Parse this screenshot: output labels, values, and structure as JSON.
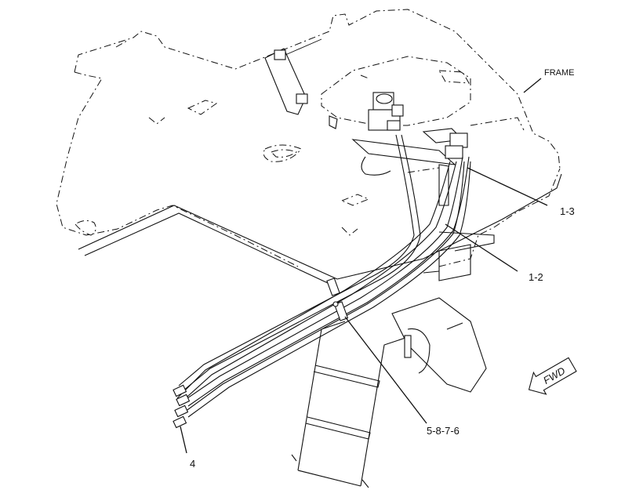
{
  "callouts": {
    "frame": "FRAME",
    "c13": "1-3",
    "c12": "1-2",
    "c5876": "5-8-7-6",
    "c4": "4"
  },
  "fwd_label": "FWD",
  "colors": {
    "ink": "#111111",
    "paper": "#ffffff"
  }
}
